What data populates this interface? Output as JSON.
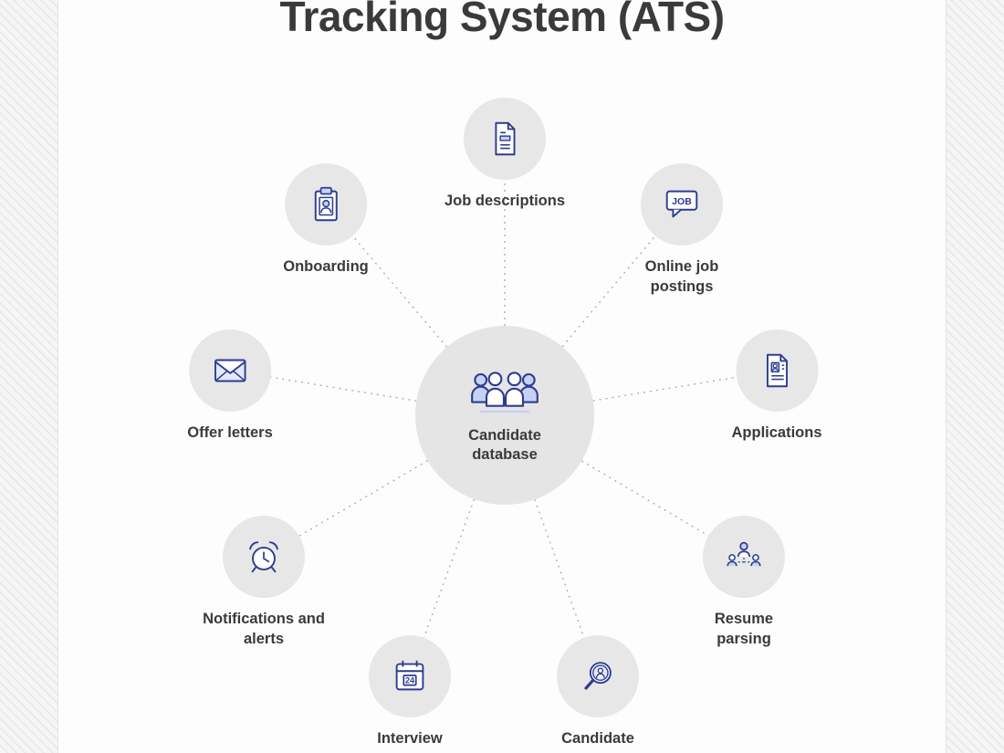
{
  "title": "Tracking System (ATS)",
  "center_node": {
    "label": "Candidate database",
    "icon": "people-group-icon"
  },
  "nodes": [
    {
      "label": "Job descriptions",
      "icon": "document-icon"
    },
    {
      "label": "Onboarding",
      "icon": "clipboard-person-icon"
    },
    {
      "label": "Online job postings",
      "icon": "job-speech-bubble-icon"
    },
    {
      "label": "Offer letters",
      "icon": "envelope-icon"
    },
    {
      "label": "Applications",
      "icon": "application-document-icon"
    },
    {
      "label": "Notifications and alerts",
      "icon": "alarm-clock-icon"
    },
    {
      "label": "Resume parsing",
      "icon": "people-network-icon"
    },
    {
      "label": "Interview",
      "icon": "calendar-icon"
    },
    {
      "label": "Candidate",
      "icon": "search-person-icon"
    }
  ],
  "icon_text": {
    "job_bubble": "JOB",
    "calendar_day": "24"
  },
  "colors": {
    "icon_stroke": "#2e3c8f",
    "icon_fill_accent": "#c6d2f2",
    "icon_fill_light": "#e2e9fb",
    "node_circle_bg": "#e7e7e7",
    "center_circle_bg": "#e5e5e5",
    "connector_line": "#9aa8d6",
    "label_text": "#3a3a3a",
    "title_text": "#3a3a3a"
  }
}
